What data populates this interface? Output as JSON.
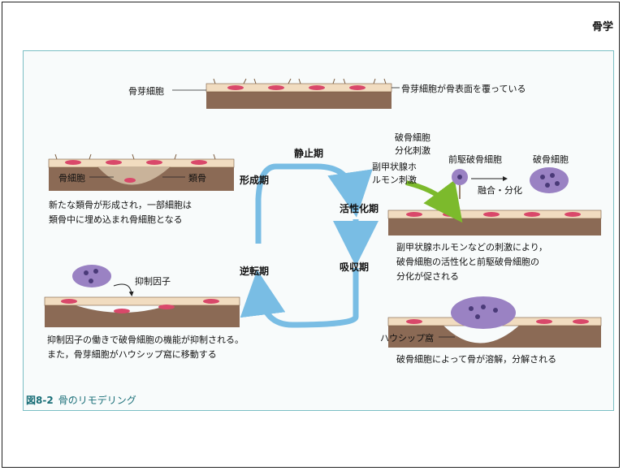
{
  "header": {
    "section": "骨学"
  },
  "figure": {
    "number": "図8-2",
    "title": "骨のリモデリング",
    "phases": {
      "resting": "静止期",
      "activation": "活性化期",
      "resorption": "吸収期",
      "reversal": "逆転期",
      "formation": "形成期"
    },
    "labels": {
      "osteoblast": "骨芽細胞",
      "osteoblast_cover": "骨芽細胞が骨表面を覆っている",
      "osteocyte": "骨細胞",
      "osteoid": "類骨",
      "formation_desc_1": "新たな類骨が形成され，一部細胞は",
      "formation_desc_2": "類骨中に埋め込まれ骨細胞となる",
      "osteoclast_diff_stimulus": "破骨細胞\n分化刺激",
      "pth_stimulus": "副甲状腺ホ\nルモン刺激",
      "preosteoclast": "前駆破骨細胞",
      "osteoclast": "破骨細胞",
      "fusion_diff": "融合・分化",
      "activation_desc_1": "副甲状腺ホルモンなどの刺激により，",
      "activation_desc_2": "破骨細胞の活性化と前駆破骨細胞の",
      "activation_desc_3": "分化が促される",
      "inhibitor": "抑制因子",
      "reversal_desc_1": "抑制因子の働きで破骨細胞の機能が抑制される。",
      "reversal_desc_2": "また，骨芽細胞がハウシップ窩に移動する",
      "howship": "ハウシップ窩",
      "resorption_desc": "破骨細胞によって骨が溶解，分解される"
    }
  },
  "colors": {
    "bone": "#8b6a55",
    "cell": "#f1dcc0",
    "nucleus": "#d9486a",
    "osteoclast": "#9a82c3",
    "arrow": "#79bde4",
    "green": "#7cba2c",
    "frame": "#7bbfc4"
  }
}
